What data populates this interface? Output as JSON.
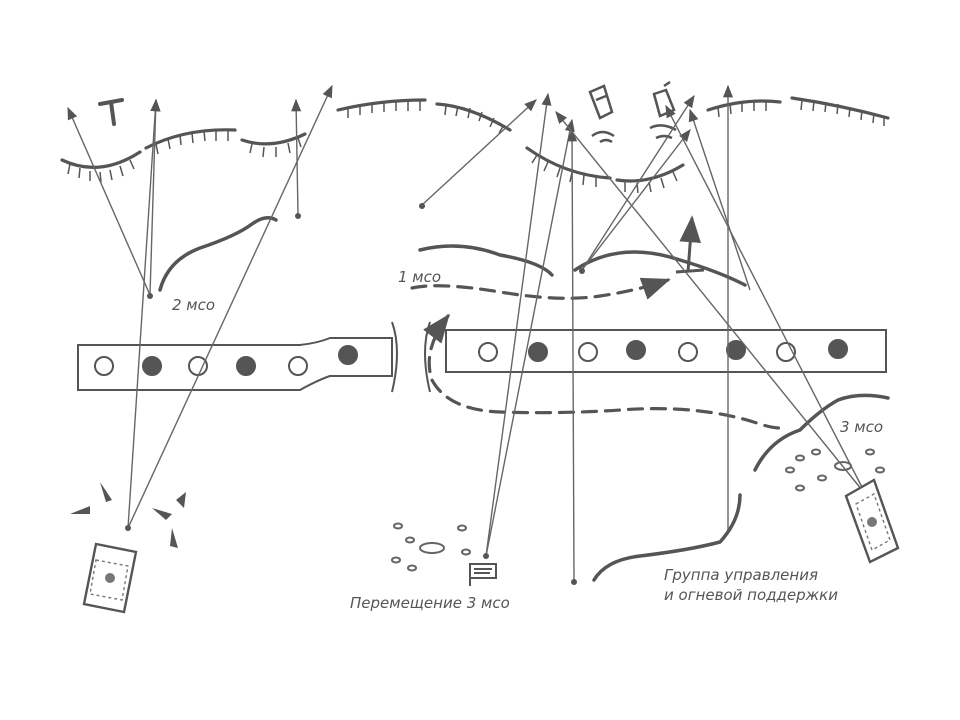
{
  "labels": {
    "unit_1": "1 мсо",
    "unit_2": "2 мсо",
    "unit_3": "3 мсо",
    "movement": "Перемещение 3 мсо",
    "control_group_line1": "Группа управления",
    "control_group_line2": "и огневой поддержки"
  },
  "colors": {
    "ink": "#555555",
    "ink_light": "#777777",
    "background": "#ffffff"
  },
  "symbols": {
    "fortification_line": "trench-arc",
    "obstacle": "minefield-belt",
    "observation_post": "flag-post-icon",
    "vehicle": "armored-vehicle-icon",
    "marker_top": "t-marker-icon"
  }
}
